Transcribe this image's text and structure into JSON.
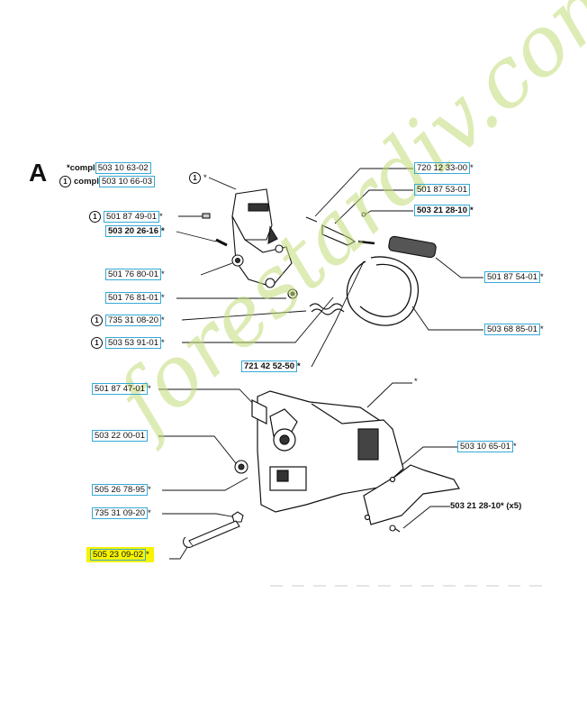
{
  "section_letter": "A",
  "header": {
    "compl_a": {
      "prefix": "*compl",
      "part": "503 10 63-02"
    },
    "compl_b": {
      "circle": "1",
      "prefix": "compl",
      "part": "503 10 66-03"
    }
  },
  "callouts": {
    "c1_star": {
      "circle": "1",
      "suffix": "*"
    },
    "p501874901": {
      "circle": "1",
      "part": "501 87 49-01",
      "suffix": "*"
    },
    "p503202616": {
      "part": "503 20 26-16",
      "suffix": "*"
    },
    "p501768001": {
      "part": "501 76 80-01",
      "suffix": "*"
    },
    "p501768101": {
      "part": "501 76 81-01",
      "suffix": "*"
    },
    "p735310820": {
      "circle": "1",
      "part": "735 31 08-20",
      "suffix": "*"
    },
    "p503539101": {
      "circle": "1",
      "part": "503 53 91-01",
      "suffix": "*"
    },
    "p721425250": {
      "part": "721 42 52-50",
      "suffix": "*"
    },
    "p720123300": {
      "part": "720 12 33-00",
      "suffix": "*"
    },
    "p501875301": {
      "part": "501 87 53-01"
    },
    "p503212810": {
      "part": "503 21 28-10",
      "suffix": "*"
    },
    "p501875401": {
      "part": "501 87 54-01",
      "suffix": "*"
    },
    "p503688501": {
      "part": "503 68 85-01",
      "suffix": "*"
    },
    "p501874701": {
      "part": "501 87 47-01",
      "suffix": "*"
    },
    "star_housing": {
      "suffix": "*"
    },
    "p503220001": {
      "part": "503 22 00-01"
    },
    "p503106501": {
      "part": "503 10 65-01",
      "suffix": "*"
    },
    "p505267895": {
      "part": "505 26 78-95",
      "suffix": "*"
    },
    "p503212810x5": {
      "part": "503 21 28-10",
      "suffix": "* (x5)"
    },
    "p735310920": {
      "part": "735 31 09-20",
      "suffix": "*"
    },
    "p505230902": {
      "part": "505 23 09-02",
      "suffix": "*"
    }
  },
  "watermark": {
    "text": "forestardiv.com",
    "color": "#c3dc79"
  },
  "colors": {
    "label_box": "#36a9d6",
    "highlight": "#f7f400",
    "ink": "#111111"
  }
}
